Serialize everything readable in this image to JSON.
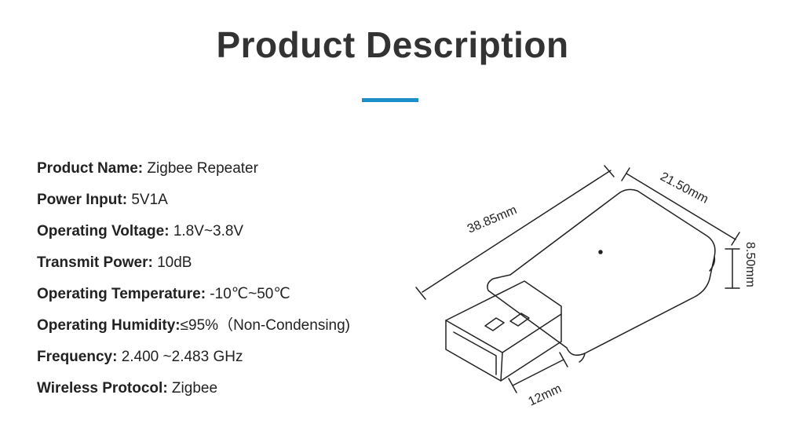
{
  "title": "Product Description",
  "colors": {
    "accent": "#1d8fc8",
    "title": "#333333",
    "text": "#222222"
  },
  "specs": [
    {
      "label": "Product Name:",
      "value": " Zigbee Repeater"
    },
    {
      "label": "Power Input:",
      "value": " 5V1A"
    },
    {
      "label": "Operating Voltage:",
      "value": " 1.8V~3.8V"
    },
    {
      "label": "Transmit Power:",
      "value": " 10dB"
    },
    {
      "label": "Operating Temperature:",
      "value": " -10℃~50℃"
    },
    {
      "label": "Operating Humidity:",
      "value": "≤95%（Non-Condensing)"
    },
    {
      "label": "Frequency:",
      "value": " 2.400 ~2.483 GHz"
    },
    {
      "label": "Wireless Protocol:",
      "value": " Zigbee"
    }
  ],
  "dimensions": {
    "length": "38.85mm",
    "width": "21.50mm",
    "height": "8.50mm",
    "plug": "12mm"
  }
}
